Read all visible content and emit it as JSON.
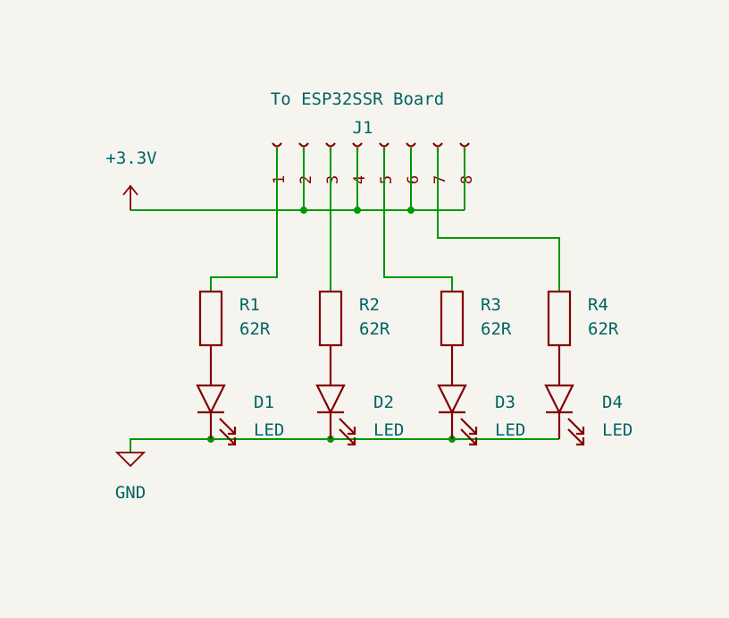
{
  "connector": {
    "ref": "J1",
    "value": "To ESP32SSR Board",
    "pins": [
      "1",
      "2",
      "3",
      "4",
      "5",
      "6",
      "7",
      "8"
    ]
  },
  "power": {
    "supply_label": "+3.3V",
    "ground_label": "GND"
  },
  "resistors": [
    {
      "ref": "R1",
      "value": "62R"
    },
    {
      "ref": "R2",
      "value": "62R"
    },
    {
      "ref": "R3",
      "value": "62R"
    },
    {
      "ref": "R4",
      "value": "62R"
    }
  ],
  "leds": [
    {
      "ref": "D1",
      "value": "LED"
    },
    {
      "ref": "D2",
      "value": "LED"
    },
    {
      "ref": "D3",
      "value": "LED"
    },
    {
      "ref": "D4",
      "value": "LED"
    }
  ],
  "colors": {
    "wire": "#009900",
    "component": "#840000",
    "label": "#006464",
    "background": "#f5f4ef"
  }
}
